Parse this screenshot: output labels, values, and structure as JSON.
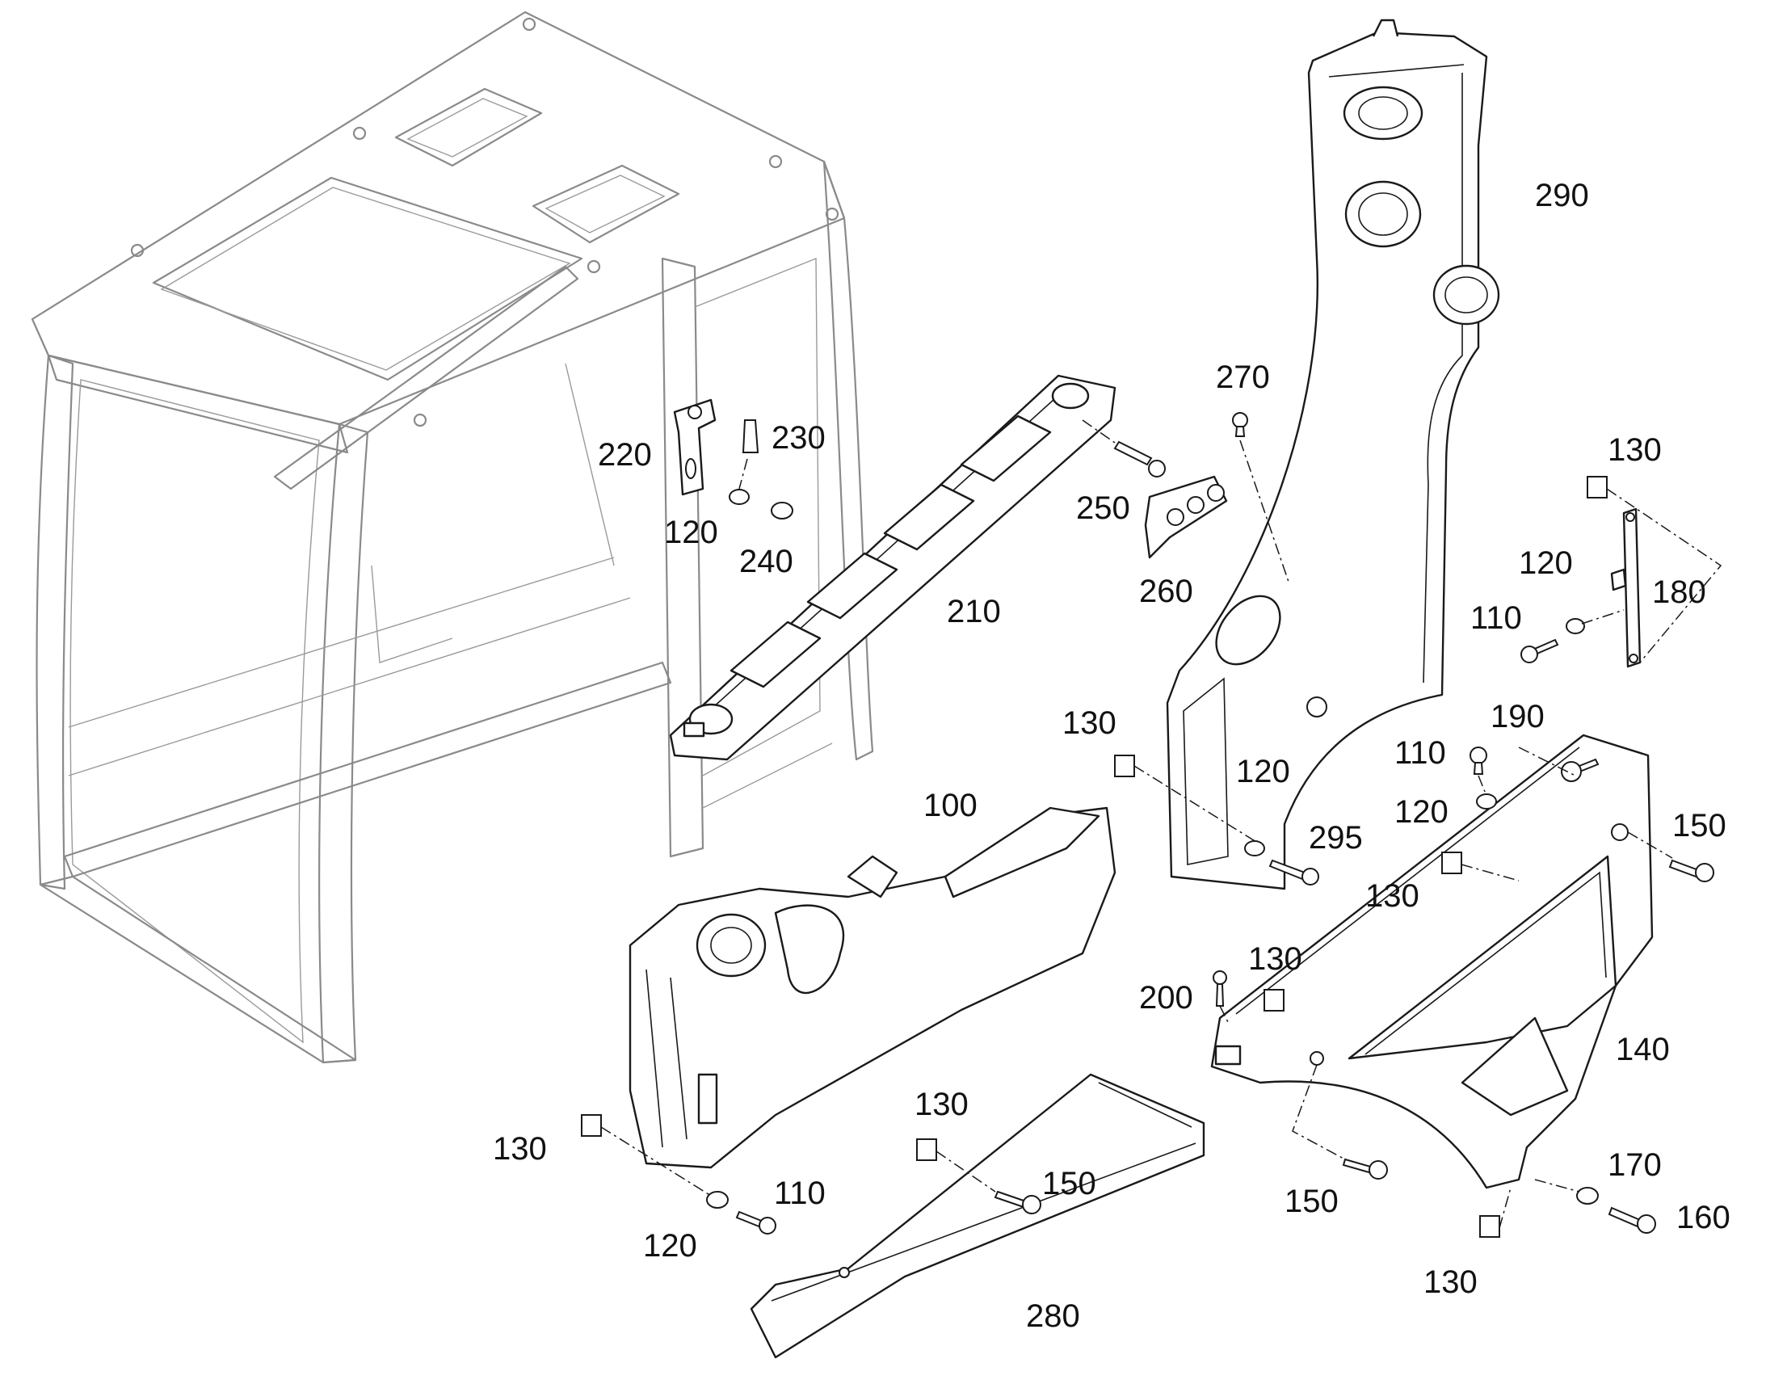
{
  "callouts": {
    "c100": "100",
    "c110a": "110",
    "c110b": "110",
    "c110c": "110",
    "c120a": "120",
    "c120b": "120",
    "c120c": "120",
    "c120d": "120",
    "c120e": "120",
    "c130a": "130",
    "c130b": "130",
    "c130c": "130",
    "c130d": "130",
    "c130e": "130",
    "c130f": "130",
    "c130g": "130",
    "c140": "140",
    "c150a": "150",
    "c150b": "150",
    "c150c": "150",
    "c160": "160",
    "c170": "170",
    "c180": "180",
    "c190": "190",
    "c200": "200",
    "c210": "210",
    "c220": "220",
    "c230": "230",
    "c240": "240",
    "c250": "250",
    "c260": "260",
    "c270": "270",
    "c280": "280",
    "c290": "290",
    "c295": "295"
  },
  "colors": {
    "ink": "#1a1a1a",
    "cab": "#8a8a8a",
    "background": "#ffffff"
  }
}
